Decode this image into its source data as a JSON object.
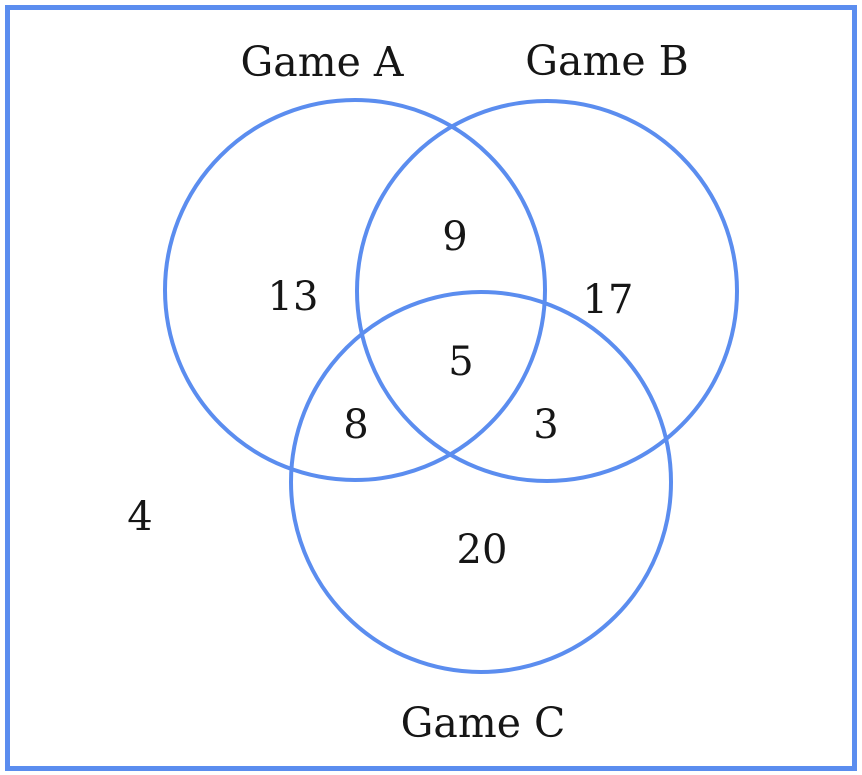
{
  "figure": {
    "background": "#ffffff",
    "border_color": "#5b8def",
    "circle_color": "#5b8def",
    "text_color": "#161616"
  },
  "venn": {
    "type": "venn3",
    "sets": [
      {
        "label": "Game A"
      },
      {
        "label": "Game B"
      },
      {
        "label": "Game C"
      }
    ],
    "regions": {
      "a_only": "13",
      "b_only": "17",
      "c_only": "20",
      "a_b_only": "9",
      "a_c_only": "8",
      "b_c_only": "3",
      "a_b_c": "5",
      "outside": "4"
    }
  }
}
